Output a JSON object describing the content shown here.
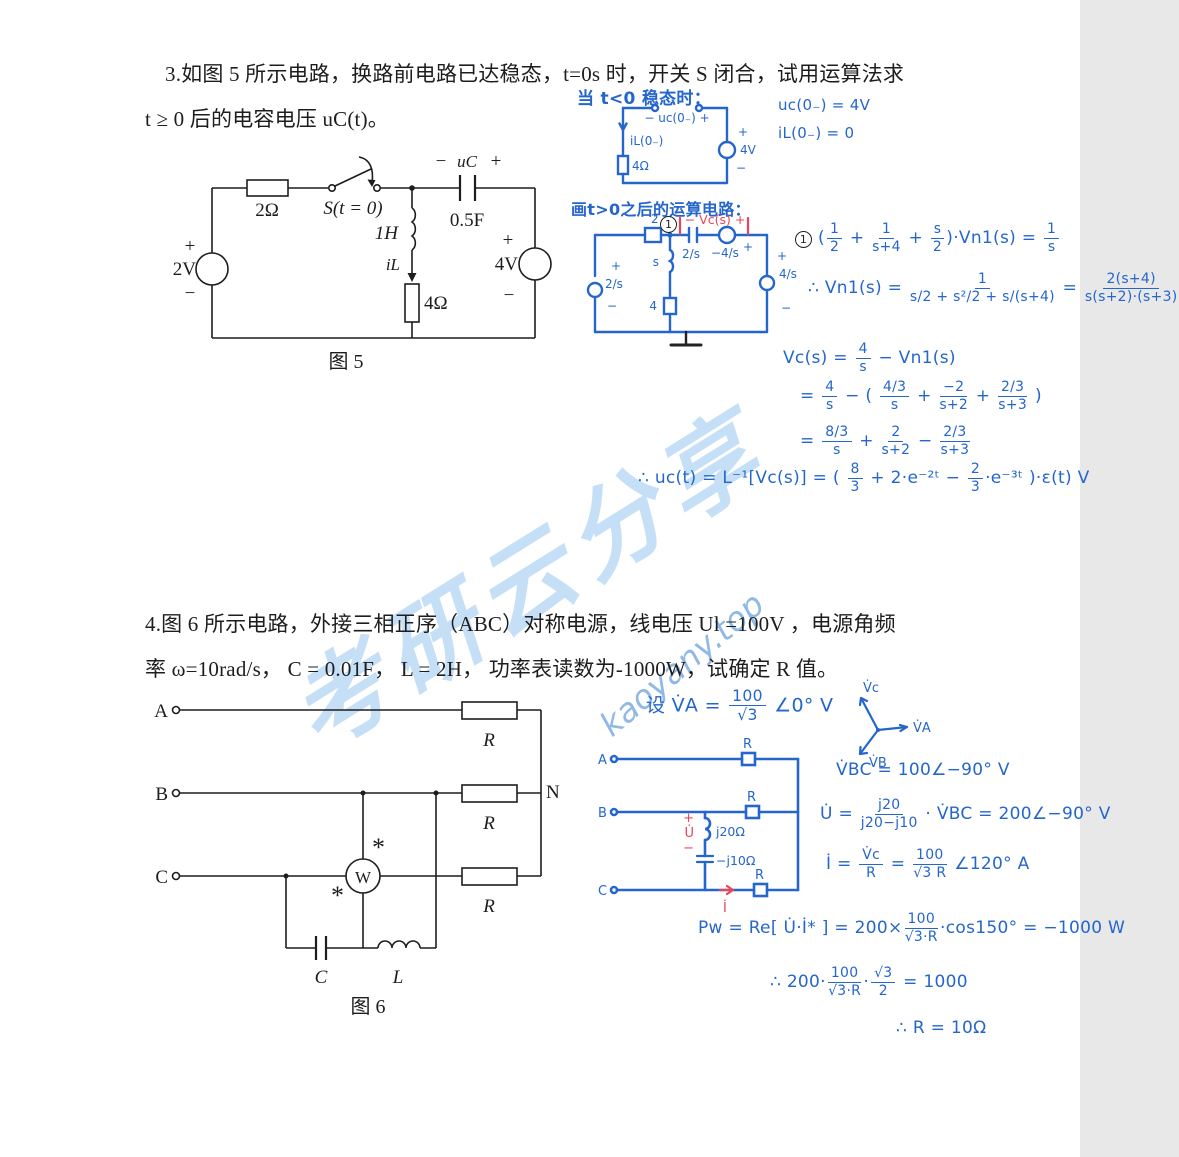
{
  "watermarks": {
    "calligraphy": "考研云分享",
    "site": "kaoyany.top"
  },
  "colors": {
    "printed_ink": "#1d1d1d",
    "hand_blue": "#2566cc",
    "hand_red": "#e9445a",
    "watermark_blue": "#96c4f0"
  },
  "problem3": {
    "text_line1": "3.如图 5 所示电路，换路前电路已达稳态，t=0s 时，开关 S 闭合，试用运算法求",
    "text_line2": "t ≥ 0 后的电容电压 uC(t)。",
    "figure5": {
      "caption": "图 5",
      "resistor_top": "2Ω",
      "switch_label": "S(t = 0)",
      "cap_minus": "−",
      "cap_label": "uC",
      "cap_plus": "+",
      "cap_value": "0.5F",
      "inductor": "1H",
      "inductor_current": "iL",
      "resistor_mid": "4Ω",
      "src_left_plus": "+",
      "src_left": "2V",
      "src_left_minus": "−",
      "src_right_plus": "+",
      "src_right": "4V",
      "src_right_minus": "−"
    },
    "notes": {
      "steady_title": "当 t<0 稳态时：",
      "sketch_uc0": "− uc(0₋) +",
      "sketch_il0": "iL(0₋)",
      "sketch_r": "4Ω",
      "sketch_src_plus": "+",
      "sketch_src": "4V",
      "sketch_src_minus": "−",
      "uc0_eq": "uc(0₋) = 4V",
      "il0_eq": "iL(0₋) = 0",
      "op_title": "画t>0之后的运算电路：",
      "node_label": "1",
      "op": {
        "r_top": "2",
        "vcs_red": "− Vc(s) +",
        "cap_value": "2/s",
        "src_top_minus": "−",
        "src_top_value": "4/s",
        "src_top_plus": "+",
        "ind": "s",
        "r_mid": "4",
        "src_left_plus": "+",
        "src_left_value": "2/s",
        "src_left_minus": "−",
        "src_right_plus": "+",
        "src_right_value": "4/s",
        "src_right_minus": "−"
      },
      "eq1": "({1|2} + {1|s+4} + {s|2})·Vn1(s) = {1|s}",
      "eq2": "∴ Vn1(s) = {1|s/2 + s²/2 + s/(s+4)} = {2(s+4)|s(s+2)·(s+3)}",
      "eq3": "Vc(s) = {4|s} − Vn1(s)",
      "eq4": "= {4|s} − ( {4/3|s} + {−2|s+2} + {2/3|s+3} )",
      "eq5": "= {8/3|s} + {2|s+2} − {2/3|s+3}",
      "eq6": "∴ uc(t) = L⁻¹[Vc(s)] = ( {8|3} + 2·e⁻²ᵗ − {2|3}·e⁻³ᵗ )·ε(t) V"
    }
  },
  "problem4": {
    "text_line1": "4.图 6 所示电路，外接三相正序（ABC）对称电源，线电压 Ul =100V ，电源角频",
    "text_line2": "率 ω=10rad/s，  C = 0.01F，  L = 2H，  功率表读数为-1000W，试确定 R 值。",
    "figure6": {
      "caption": "图 6",
      "phase_a": "A",
      "phase_b": "B",
      "phase_c": "C",
      "neutral": "N",
      "r1": "R",
      "r2": "R",
      "r3": "R",
      "wattmeter": "W",
      "star1": "*",
      "star2": "*",
      "cap": "C",
      "ind": "L"
    },
    "notes": {
      "assume": "设 V̇A = {100|√3} ∠0° V",
      "sketch": {
        "a": "A",
        "b": "B",
        "c": "C",
        "r1": "R",
        "r2": "R",
        "r3": "R",
        "u_plus": "+",
        "u": "U̇",
        "u_minus": "−",
        "l_val": "j20Ω",
        "c_val": "−j10Ω",
        "i": "İ"
      },
      "phasor": {
        "vc": "V̇c",
        "va": "V̇A",
        "vb": "V̇B"
      },
      "eq1": "V̇BC = 100∠−90° V",
      "eq2": "U̇ = {j20|j20−j10} · V̇BC = 200∠−90° V",
      "eq3": "İ = {V̇c|R} = {100|√3 R} ∠120° A",
      "eq4": "Pw = Re[ U̇·İ* ] = 200×{100|√3·R}·cos150° = −1000 W",
      "eq5": "∴  200·{100|√3·R}·{√3|2} = 1000",
      "eq6": "∴  R = 10Ω"
    }
  }
}
